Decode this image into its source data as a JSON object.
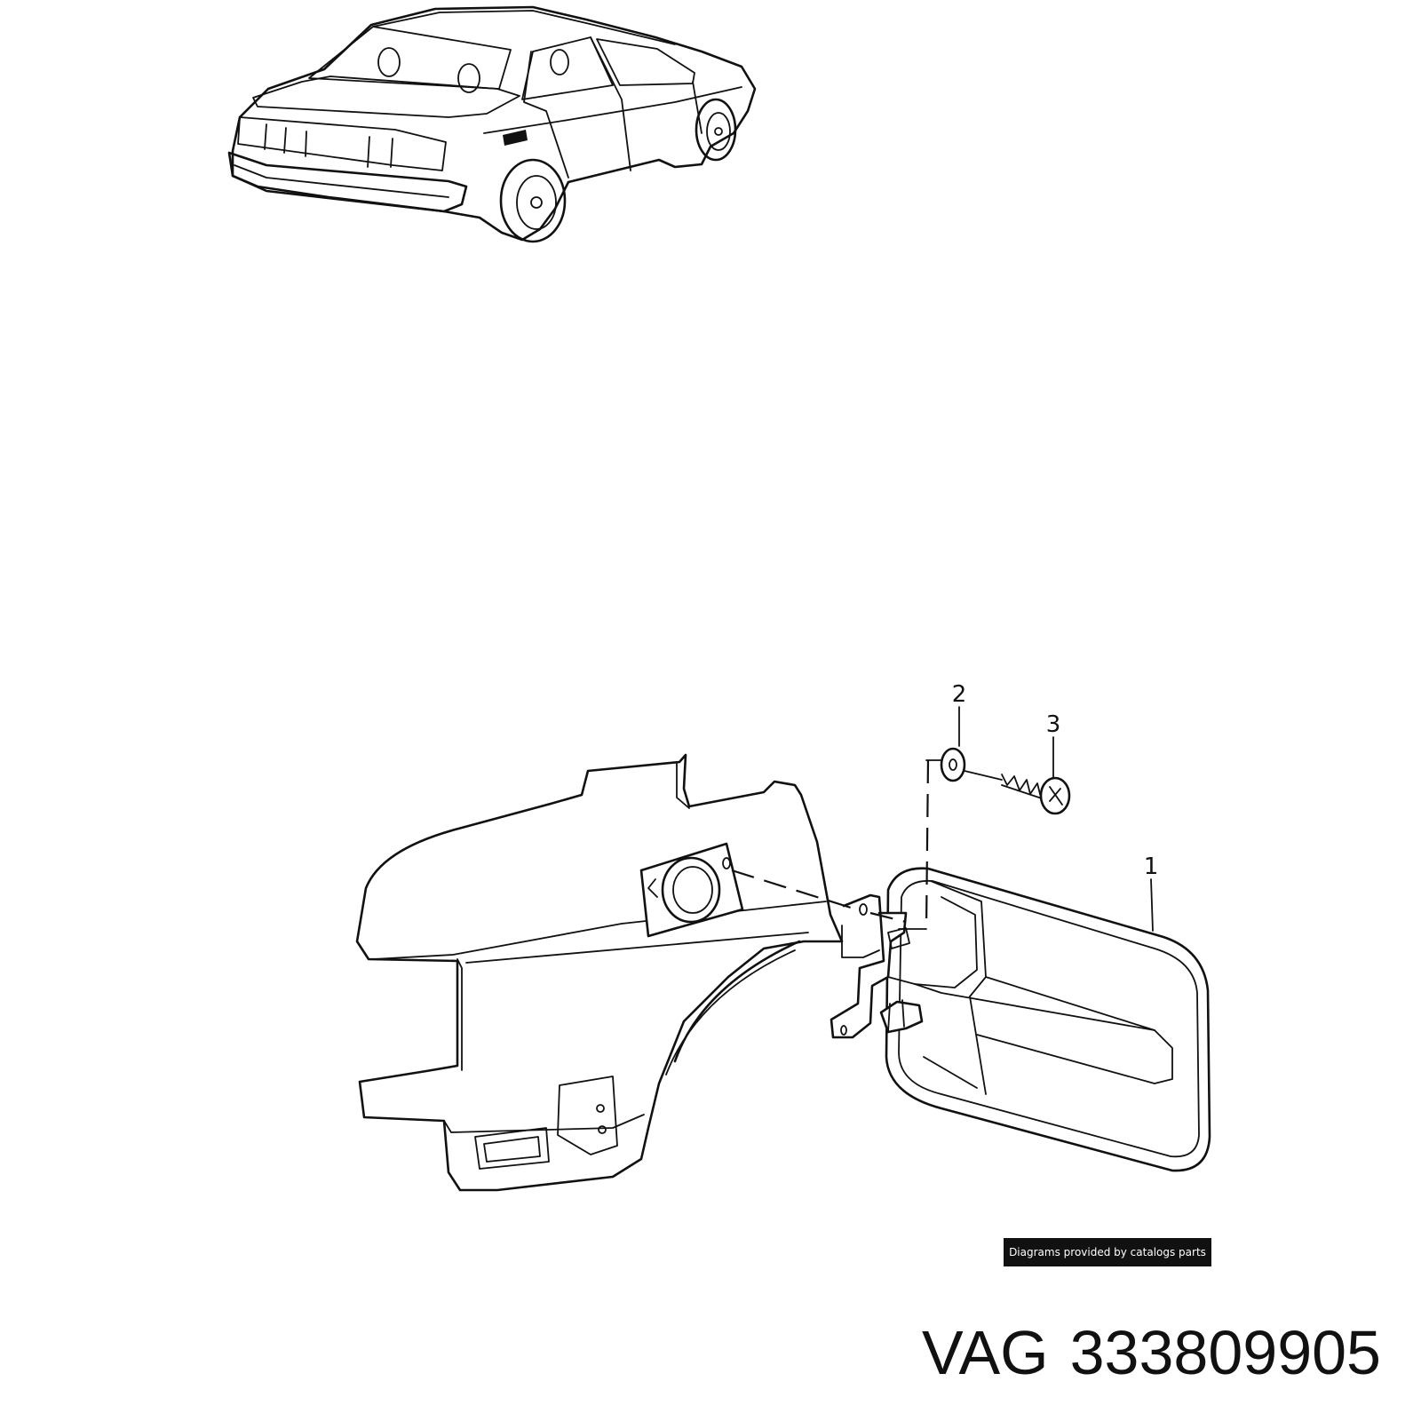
{
  "callouts": [
    {
      "number": "1",
      "part": "fuel-filler-flap"
    },
    {
      "number": "2",
      "part": "washer"
    },
    {
      "number": "3",
      "part": "screw"
    }
  ],
  "credit": "Diagrams provided by catalogs parts",
  "part_label": {
    "brand": "VAG",
    "part_number": "333809905"
  },
  "colors": {
    "line": "#111111",
    "background": "#ffffff",
    "banner": "#111111"
  }
}
